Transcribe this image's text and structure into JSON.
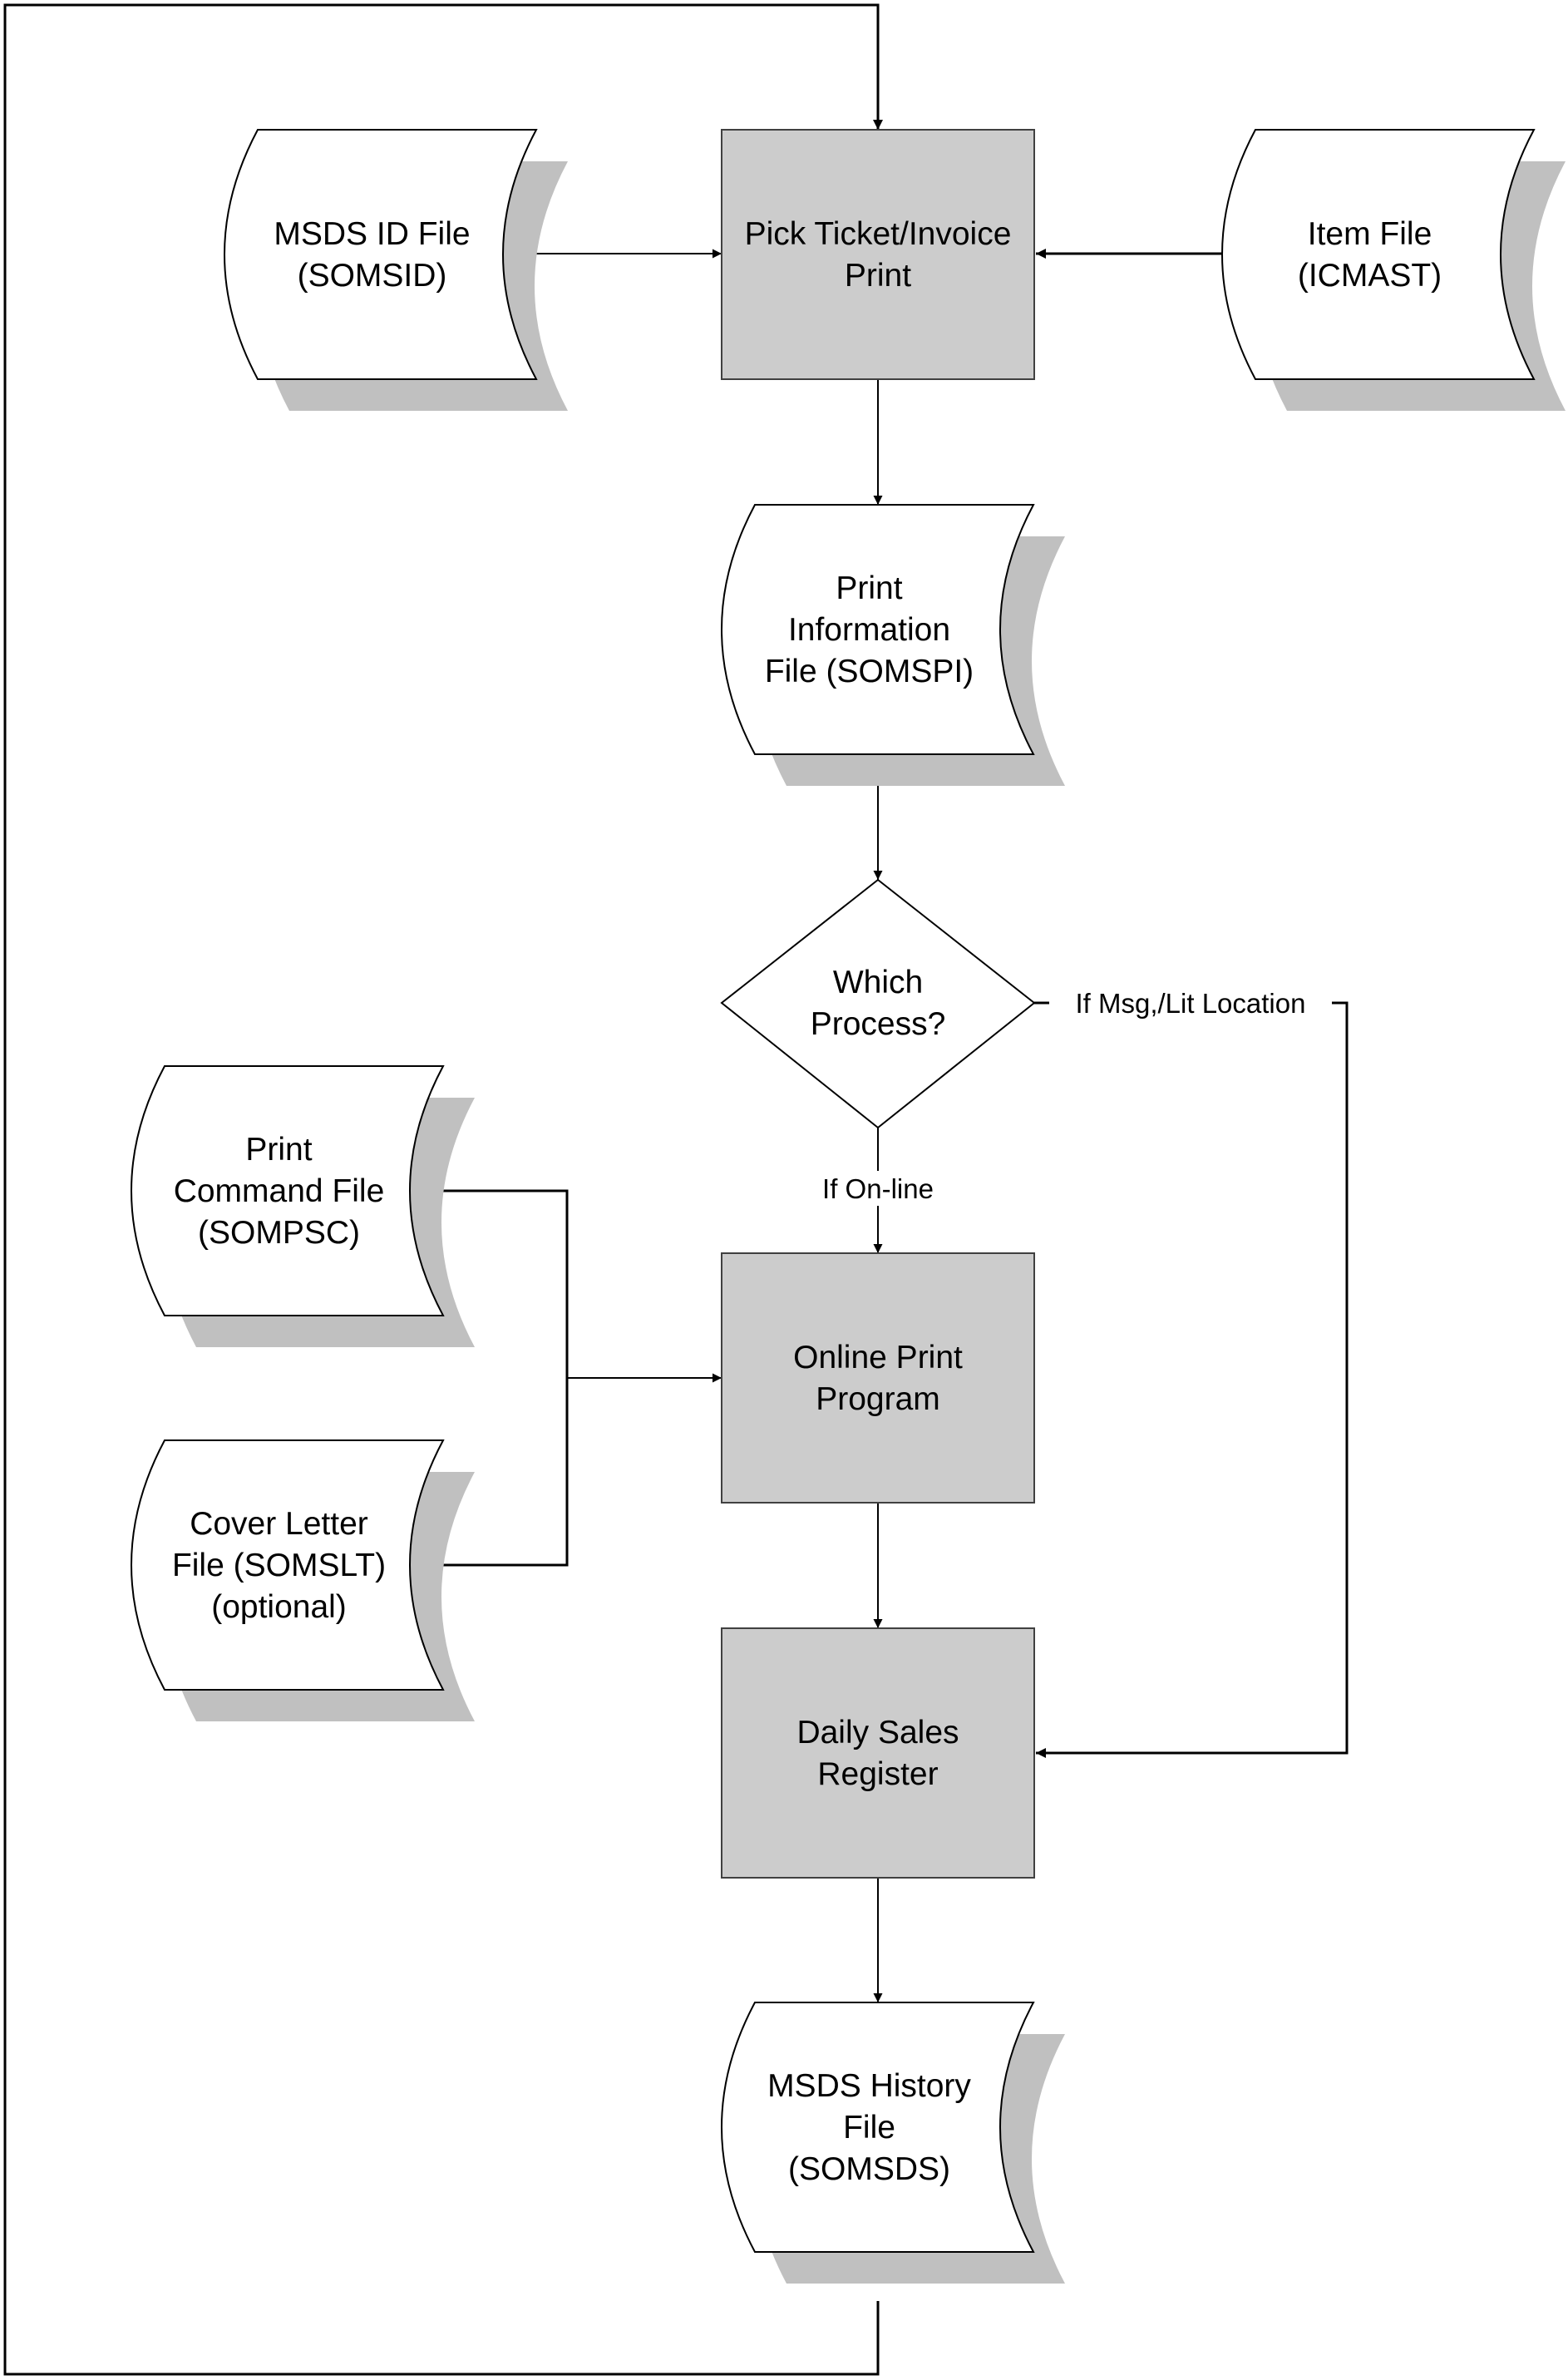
{
  "nodes": {
    "pick_ticket": {
      "lines": [
        "Pick Ticket/Invoice",
        "Print"
      ]
    },
    "msds_id_file": {
      "lines": [
        "MSDS ID File",
        "(SOMSID)"
      ]
    },
    "item_file": {
      "lines": [
        "Item File",
        "(ICMAST)"
      ]
    },
    "print_info_file": {
      "lines": [
        "Print",
        "Information",
        "File (SOMSPI)"
      ]
    },
    "which_process": {
      "lines": [
        "Which",
        "Process?"
      ]
    },
    "print_command_file": {
      "lines": [
        "Print",
        "Command File",
        "(SOMPSC)"
      ]
    },
    "cover_letter_file": {
      "lines": [
        "Cover Letter",
        "File (SOMSLT)",
        "(optional)"
      ]
    },
    "online_print": {
      "lines": [
        "Online Print",
        "Program"
      ]
    },
    "daily_sales": {
      "lines": [
        "Daily Sales",
        "Register"
      ]
    },
    "msds_history": {
      "lines": [
        "MSDS History",
        "File",
        "(SOMSDS)"
      ]
    }
  },
  "edges": {
    "msg_lit": "If Msg,/Lit Location",
    "online": "If On-line"
  },
  "colors": {
    "process_fill": "#cccccc",
    "shadow": "#c0c0c0",
    "stroke": "#000000"
  }
}
